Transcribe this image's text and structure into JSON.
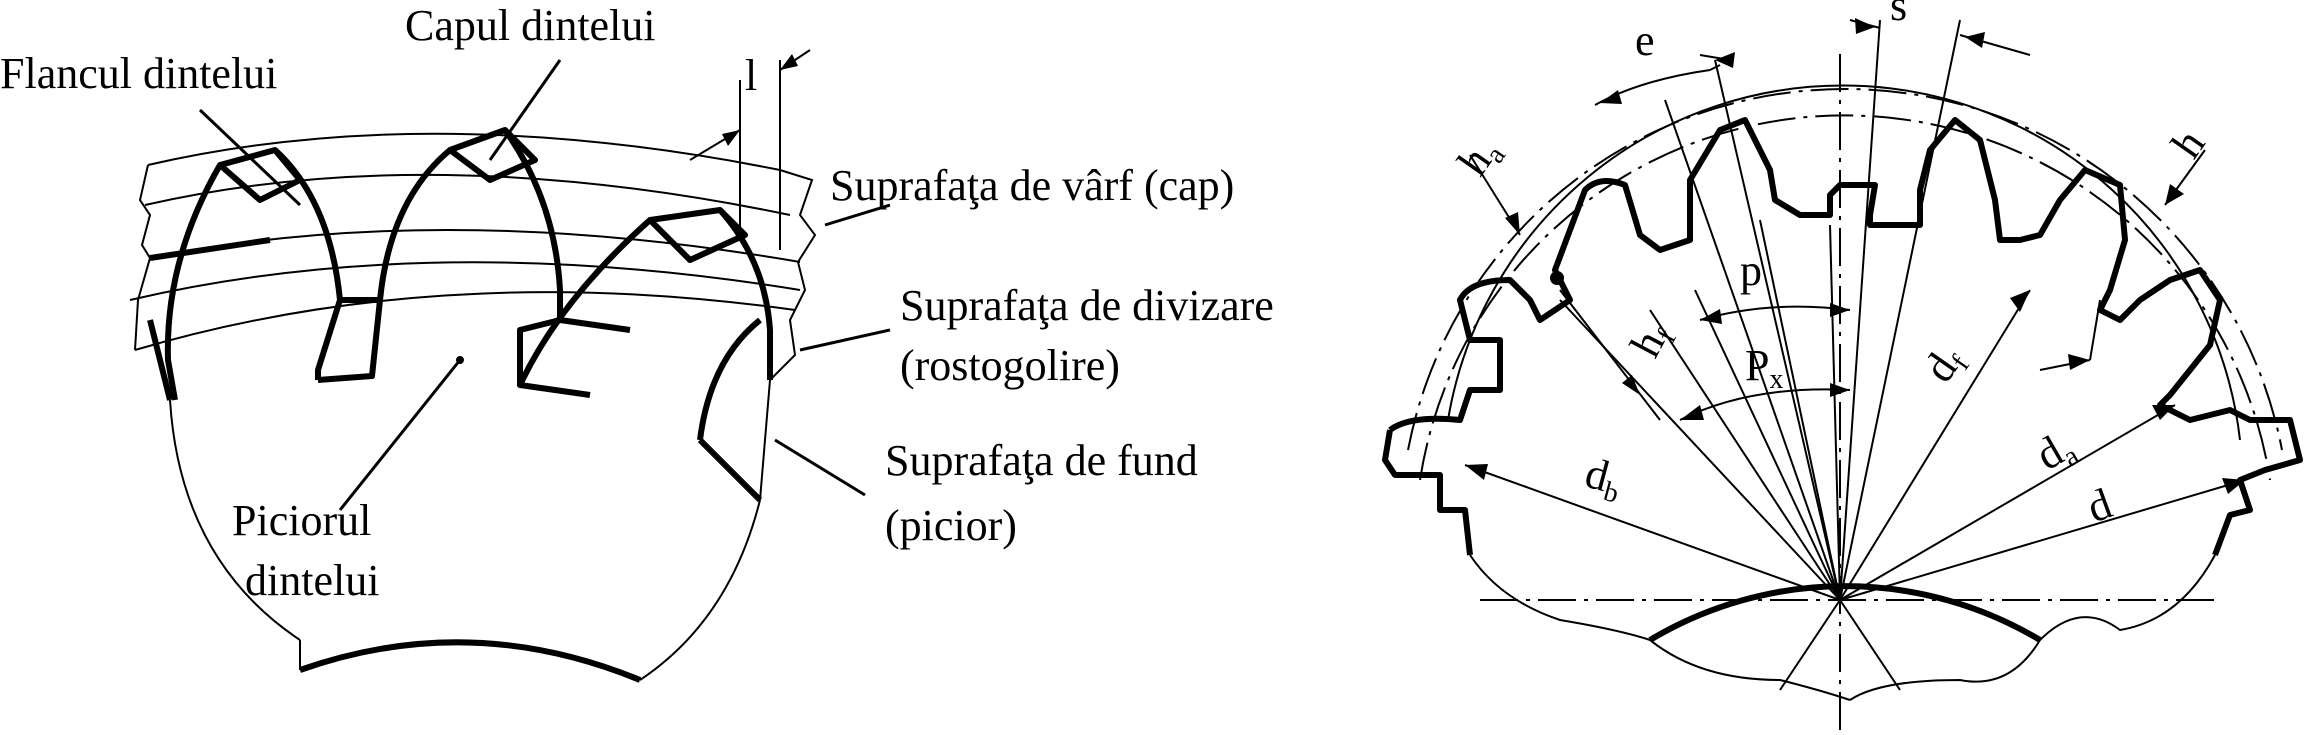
{
  "left_diagram": {
    "labels": {
      "tooth_flank": "Flancul dintelui",
      "tooth_head": "Capul dintelui",
      "width_l": "l",
      "tip_surface": "Suprafaţa de vârf (cap)",
      "pitch_surface_1": "Suprafaţa de divizare",
      "pitch_surface_2": "(rostogolire)",
      "root_surface_1": "Suprafaţa de fund",
      "root_surface_2": "(picior)",
      "tooth_foot_1": "Piciorul",
      "tooth_foot_2": "dintelui"
    }
  },
  "right_diagram": {
    "labels": {
      "e": "e",
      "s": "s",
      "ha": "h",
      "ha_sub": "a",
      "h": "h",
      "p": "p",
      "hf": "h",
      "hf_sub": "f",
      "px": "P",
      "px_sub": "x",
      "df": "d",
      "df_sub": "f",
      "da": "d",
      "da_sub": "a",
      "db": "d",
      "db_sub": "b",
      "d": "d"
    }
  }
}
